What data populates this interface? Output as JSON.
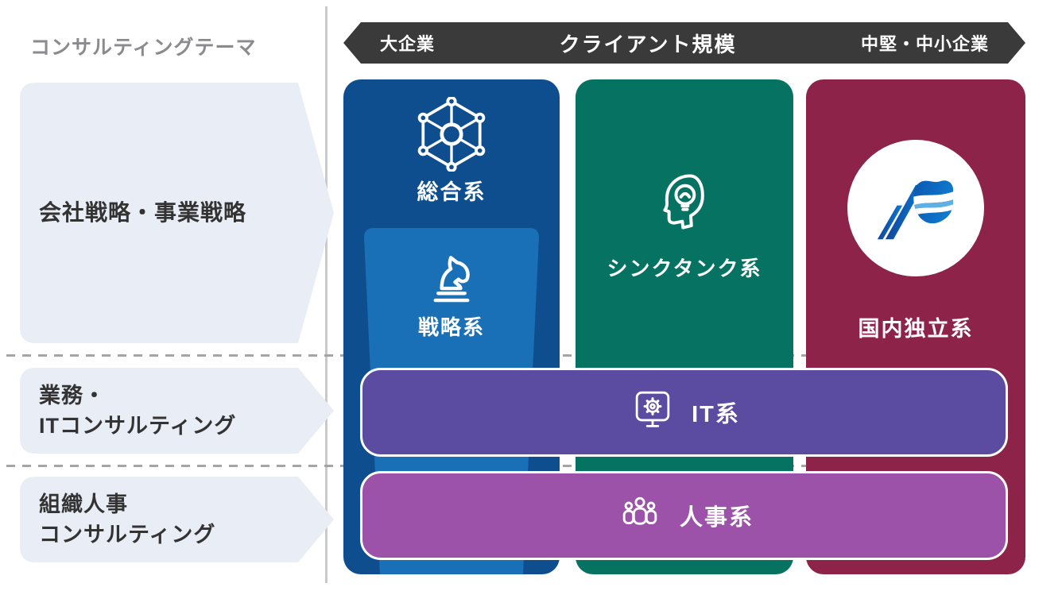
{
  "diagram": {
    "title": "コンサルティングテーマ",
    "axis": {
      "left": "大企業",
      "center": "クライアント規模",
      "right": "中堅・中小企業"
    },
    "themes": [
      {
        "line1": "会社戦略・事業戦略",
        "line2": ""
      },
      {
        "line1": "業務・",
        "line2": "ITコンサルティング"
      },
      {
        "line1": "組織人事",
        "line2": "コンサルティング"
      }
    ],
    "firm_types": [
      {
        "label": "総合系",
        "icon": "hexagon-network-icon",
        "color": "#0f4e8e"
      },
      {
        "label": "戦略系",
        "icon": "chess-knight-icon",
        "color": "#1a70b6"
      },
      {
        "label": "シンクタンク系",
        "icon": "head-lightbulb-icon",
        "color": "#067261"
      },
      {
        "label": "国内独立系",
        "icon": "a-wave-logo",
        "color": "#8d2348"
      },
      {
        "label": "IT系",
        "icon": "monitor-gear-icon",
        "color": "#5b4ba1"
      },
      {
        "label": "人事系",
        "icon": "people-group-icon",
        "color": "#9c52a8"
      }
    ],
    "colors": {
      "axis_bar_bg": "#3a3a3a",
      "theme_block_bg": "#e8edf6",
      "theme_text": "#333333",
      "dashed_line": "#a5a5a5",
      "divider": "#c6c9cd"
    }
  }
}
